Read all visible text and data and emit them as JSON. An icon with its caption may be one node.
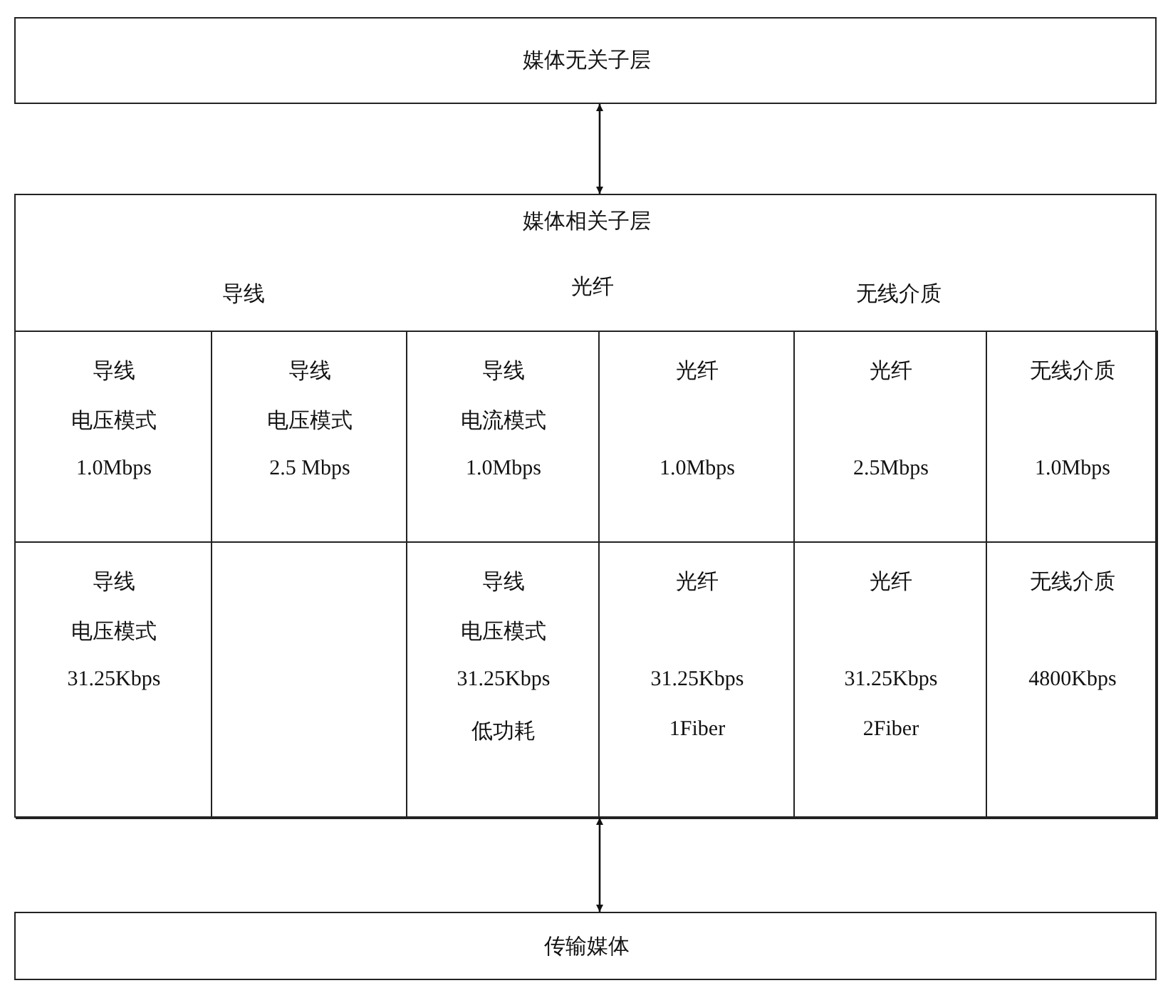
{
  "diagram": {
    "nodes": [
      {
        "text": [
          "媒体无关子层"
        ]
      },
      {
        "text": [
          "媒体相关子层",
          "导线",
          "光纤",
          "无线介质"
        ]
      },
      {
        "text": [
          "导线",
          "电压模式",
          "1.0Mbps"
        ],
        "in": 1
      },
      {
        "text": [
          "导线",
          "电压模式",
          "2.5 Mbps"
        ],
        "in": 1
      },
      {
        "text": [
          "导线",
          "电流模式",
          "1.0Mbps"
        ],
        "in": 1
      },
      {
        "text": [
          "光纤",
          "1.0Mbps"
        ],
        "in": 1
      },
      {
        "text": [
          "光纤",
          "2.5Mbps"
        ],
        "in": 1
      },
      {
        "text": [
          "无线介质",
          "1.0Mbps"
        ],
        "in": 1
      },
      {
        "text": [
          "导线",
          "电压模式",
          "31.25Kbps"
        ],
        "in": 1
      },
      {
        "text": [],
        "shape": "box",
        "in": 1
      },
      {
        "text": [
          "导线",
          "电压模式",
          "31.25Kbps",
          "低功耗"
        ],
        "in": 1
      },
      {
        "text": [
          "光纤",
          "31.25Kbps",
          "1Fiber"
        ],
        "in": 1
      },
      {
        "text": [
          "光纤",
          "31.25Kbps",
          "2Fiber"
        ],
        "in": 1
      },
      {
        "text": [
          "无线介质",
          "4800Kbps"
        ],
        "in": 1
      },
      {
        "text": [
          "传输媒体"
        ]
      }
    ],
    "edges": [
      {
        "from": 0,
        "to": 1,
        "arrow": "both"
      },
      {
        "from": 1,
        "to": 14,
        "arrow": "both"
      }
    ]
  }
}
